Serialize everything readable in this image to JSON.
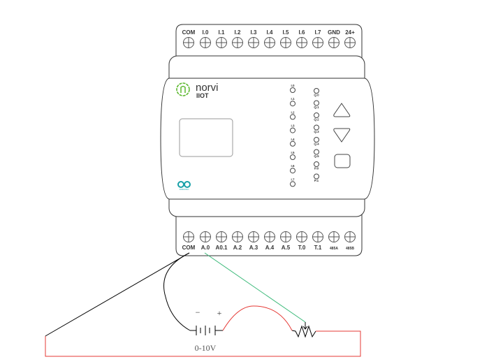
{
  "device": {
    "brand": "norvi",
    "model": "IIOT",
    "arduino_logo_text": "ARDUINO",
    "top_terminals": [
      "COM",
      "I.0",
      "I.1",
      "I.2",
      "I.3",
      "I.4",
      "I.5",
      "I.6",
      "I.7",
      "GND",
      "24+"
    ],
    "bottom_terminals": [
      "COM",
      "A.0",
      "A0.1",
      "A.2",
      "A.3",
      "A.4",
      "A.5",
      "T.0",
      "T.1",
      "485A",
      "485B"
    ],
    "input_leds": [
      "I.0",
      "I.1",
      "I.2",
      "I.3",
      "I.4",
      "I.5",
      "I.6",
      "I.7"
    ],
    "output_leds": [
      "Q.0",
      "Q.1",
      "Q.2",
      "Q.3",
      "Q.4",
      "Q.5",
      "P.0",
      "P.1"
    ]
  },
  "circuit": {
    "battery_minus": "−",
    "battery_plus": "+",
    "source_label": "0-10V",
    "colors": {
      "signal": "#3cba7a",
      "positive": "#e53935",
      "ground": "#000000",
      "brand": "#5cb82e",
      "arduino": "#17a0a8"
    }
  }
}
